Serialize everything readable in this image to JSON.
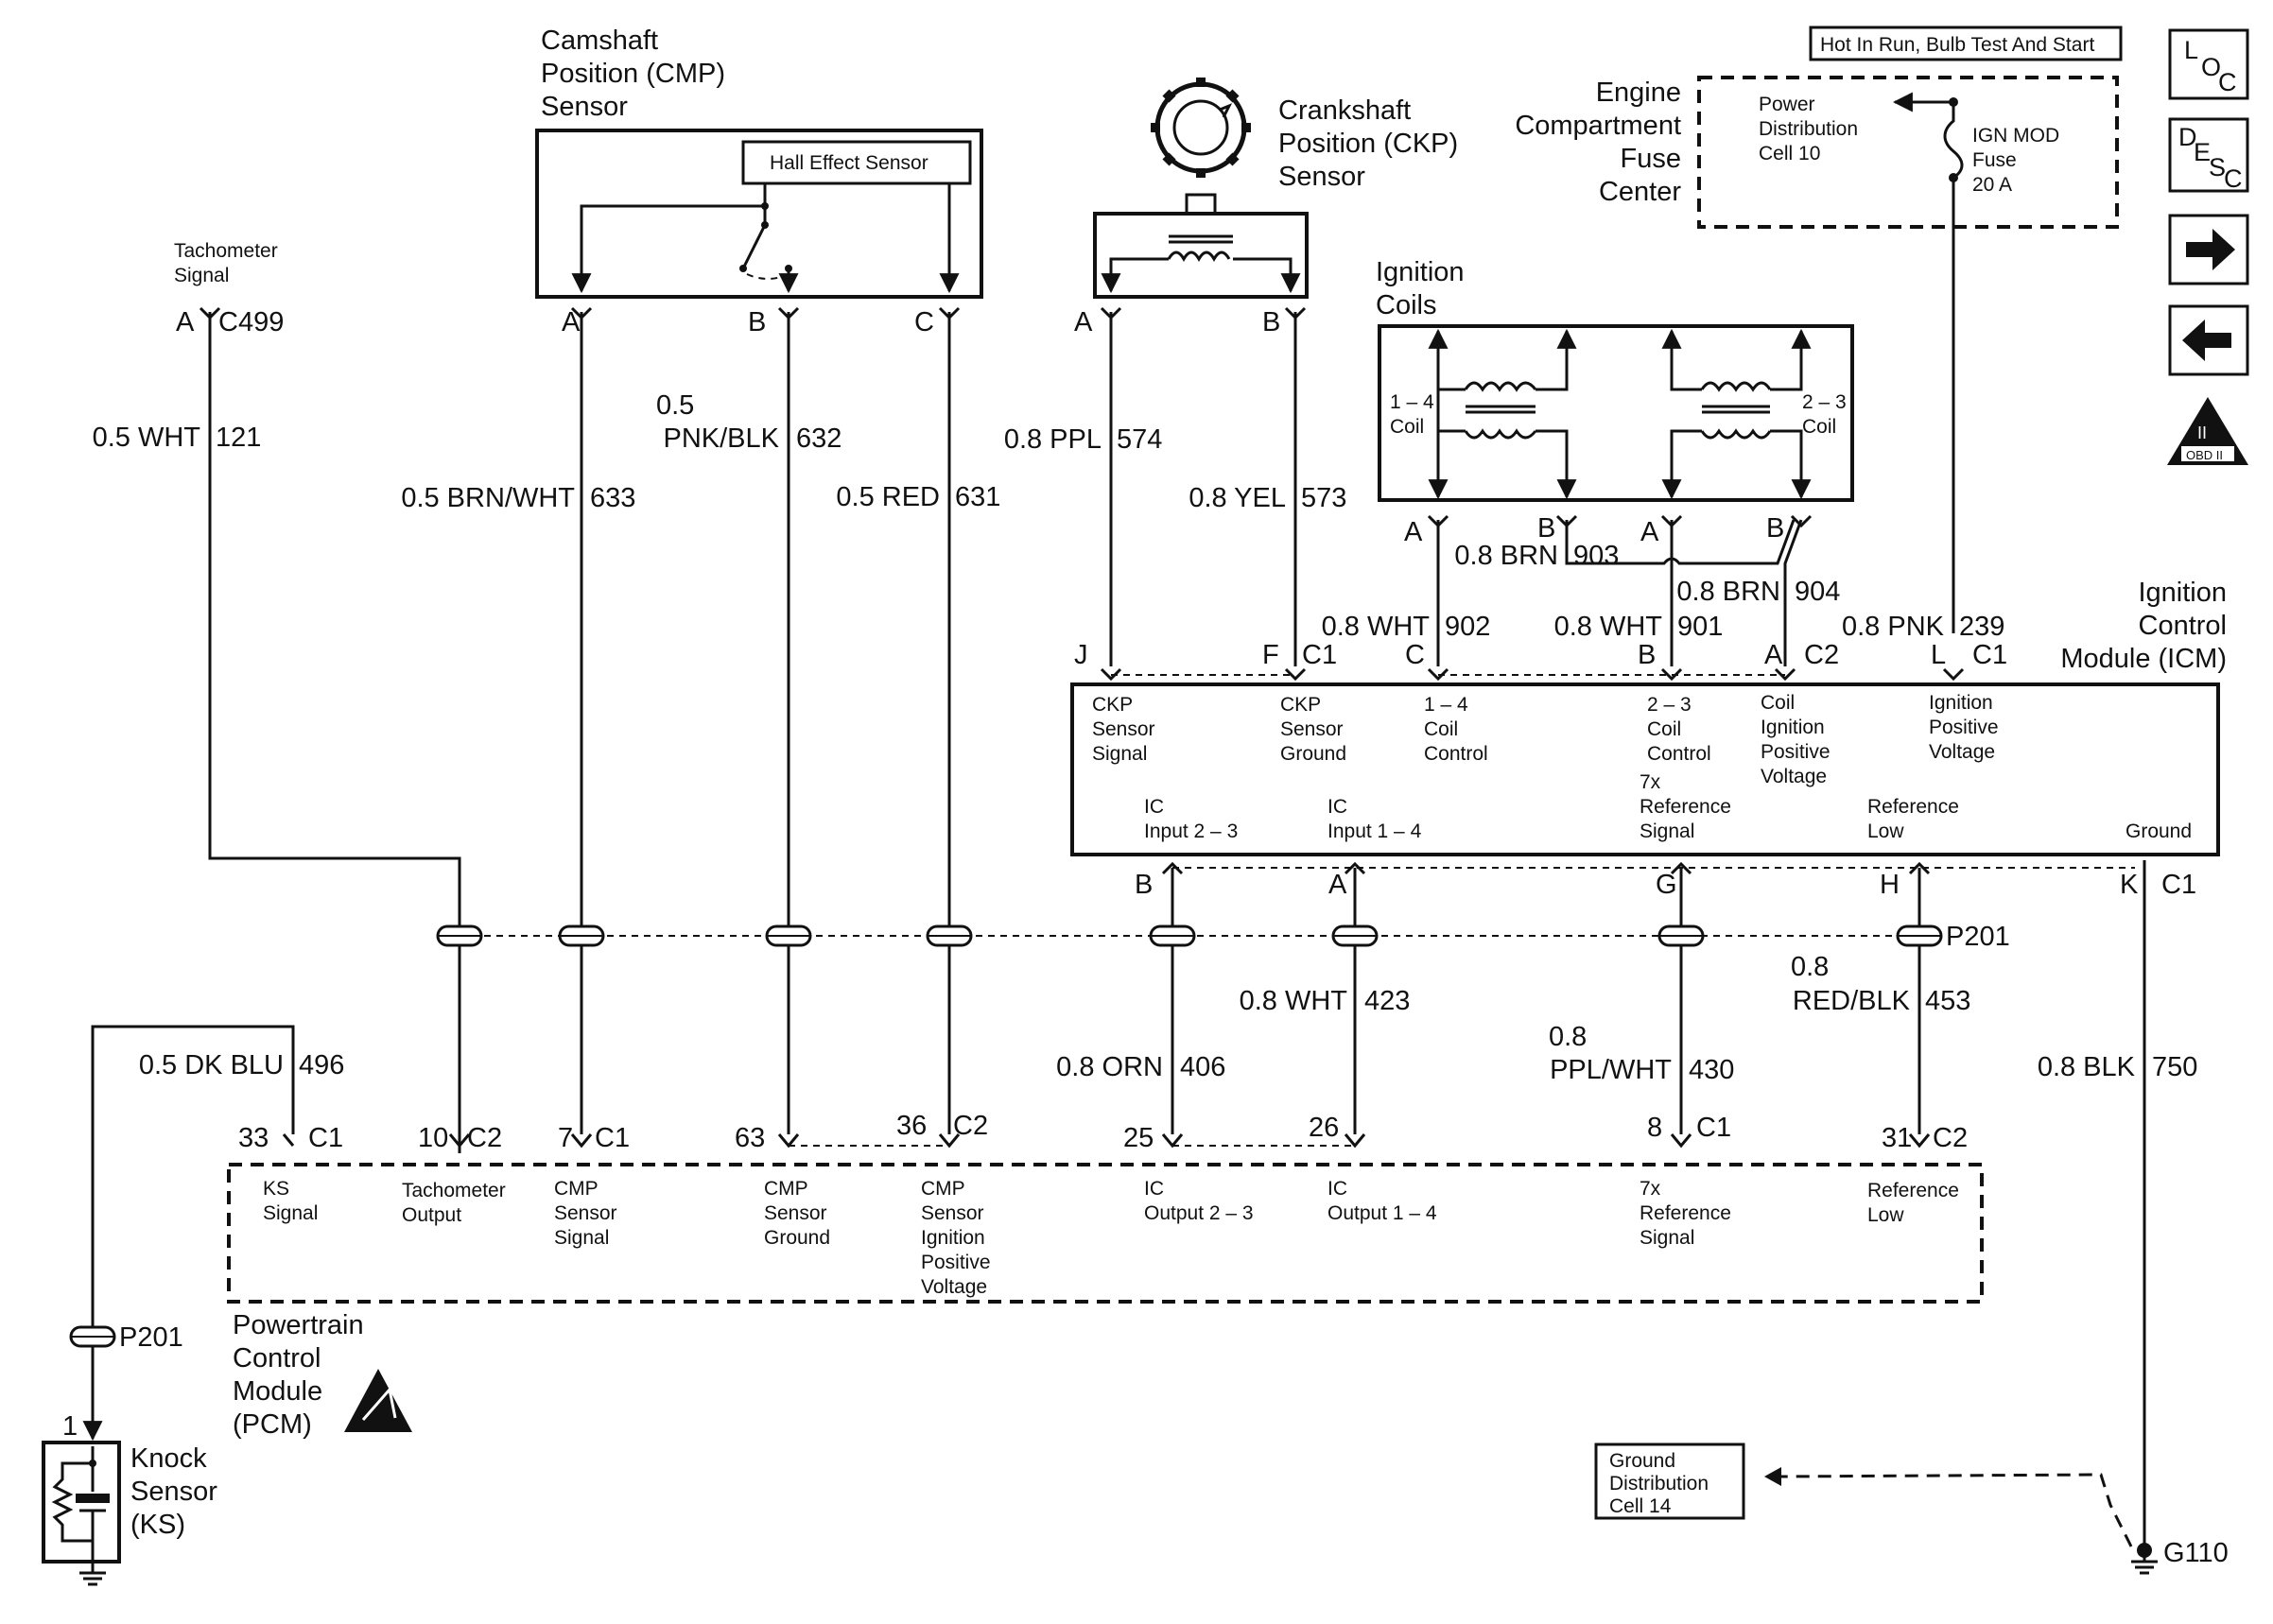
{
  "hot_in_run": "Hot In Run, Bulb Test And Start",
  "nav": {
    "loc": [
      "L",
      "O",
      "C"
    ],
    "desc": [
      "D",
      "E",
      "S",
      "C"
    ],
    "obd_ii": "OBD II",
    "obd_roman": "II"
  },
  "cmp": {
    "title": [
      "Camshaft",
      "Position (CMP)",
      "Sensor"
    ],
    "hall": "Hall Effect Sensor",
    "pins": [
      "A",
      "B",
      "C"
    ]
  },
  "ckp": {
    "title": [
      "Crankshaft",
      "Position (CKP)",
      "Sensor"
    ],
    "pins": [
      "A",
      "B"
    ]
  },
  "fuse_center": {
    "title": [
      "Engine",
      "Compartment",
      "Fuse",
      "Center"
    ],
    "pdc": [
      "Power",
      "Distribution",
      "Cell 10"
    ],
    "fuse": [
      "IGN MOD",
      "Fuse",
      "20 A"
    ]
  },
  "coils": {
    "title": [
      "Ignition",
      "Coils"
    ],
    "coil_14": [
      "1 – 4",
      "Coil"
    ],
    "coil_23": [
      "2 – 3",
      "Coil"
    ],
    "pins": [
      "A",
      "B",
      "A",
      "B"
    ]
  },
  "tach": {
    "label": [
      "Tachometer",
      "Signal"
    ],
    "pin": "A",
    "conn": "C499",
    "gauge": "0.5 WHT",
    "circuit": "121"
  },
  "wires": {
    "w633": {
      "gauge": "0.5 BRN/WHT",
      "circuit": "633"
    },
    "w632": {
      "gauge": [
        "0.5",
        "PNK/BLK"
      ],
      "circuit": "632"
    },
    "w631": {
      "gauge": "0.5 RED",
      "circuit": "631"
    },
    "w574": {
      "gauge": "0.8 PPL",
      "circuit": "574"
    },
    "w573": {
      "gauge": "0.8 YEL",
      "circuit": "573"
    },
    "w903": {
      "gauge": "0.8 BRN",
      "circuit": "903"
    },
    "w904": {
      "gauge": "0.8 BRN",
      "circuit": "904"
    },
    "w902": {
      "gauge": "0.8 WHT",
      "circuit": "902"
    },
    "w901": {
      "gauge": "0.8 WHT",
      "circuit": "901"
    },
    "w239": {
      "gauge": "0.8 PNK",
      "circuit": "239"
    },
    "w423": {
      "gauge": "0.8 WHT",
      "circuit": "423"
    },
    "w406": {
      "gauge": "0.8 ORN",
      "circuit": "406"
    },
    "w430": {
      "gauge": [
        "0.8",
        "PPL/WHT"
      ],
      "circuit": "430"
    },
    "w453": {
      "gauge": [
        "0.8",
        "RED/BLK"
      ],
      "circuit": "453"
    },
    "w750": {
      "gauge": "0.8 BLK",
      "circuit": "750"
    },
    "w496": {
      "gauge": "0.5 DK BLU",
      "circuit": "496"
    }
  },
  "icm": {
    "title": [
      "Ignition",
      "Control",
      "Module (ICM)"
    ],
    "top_pins": [
      "J",
      "F",
      "C1",
      "C",
      "B",
      "A",
      "C2",
      "L",
      "C1"
    ],
    "labels": {
      "ckp_sig": [
        "CKP",
        "Sensor",
        "Signal"
      ],
      "ckp_gnd": [
        "CKP",
        "Sensor",
        "Ground"
      ],
      "coil14": [
        "1 – 4",
        "Coil",
        "Control"
      ],
      "coil23": [
        "2 – 3",
        "Coil",
        "Control"
      ],
      "coil_ign": [
        "Coil",
        "Ignition",
        "Positive",
        "Voltage"
      ],
      "ign_pos": [
        "Ignition",
        "Positive",
        "Voltage"
      ],
      "ic23": [
        "IC",
        "Input 2 – 3"
      ],
      "ic14": [
        "IC",
        "Input 1 – 4"
      ],
      "ref7x": [
        "7x",
        "Reference",
        "Signal"
      ],
      "reflow": [
        "Reference",
        "Low"
      ],
      "ground": "Ground"
    },
    "bottom_pins": [
      "B",
      "A",
      "G",
      "H",
      "K",
      "C1"
    ]
  },
  "p201": "P201",
  "pcm": {
    "title": [
      "Powertrain",
      "Control",
      "Module",
      "(PCM)"
    ],
    "pins": [
      "33",
      "C1",
      "10",
      "C2",
      "7",
      "C1",
      "63",
      "36",
      "C2",
      "25",
      "26",
      "8",
      "C1",
      "31",
      "C2"
    ],
    "labels": {
      "ks": [
        "KS",
        "Signal"
      ],
      "tach": [
        "Tachometer",
        "Output"
      ],
      "cmp_sig": [
        "CMP",
        "Sensor",
        "Signal"
      ],
      "cmp_gnd": [
        "CMP",
        "Sensor",
        "Ground"
      ],
      "cmp_ign": [
        "CMP",
        "Sensor",
        "Ignition",
        "Positive",
        "Voltage"
      ],
      "ic23": [
        "IC",
        "Output 2 – 3"
      ],
      "ic14": [
        "IC",
        "Output 1 – 4"
      ],
      "ref7x": [
        "7x",
        "Reference",
        "Signal"
      ],
      "reflow": [
        "Reference",
        "Low"
      ]
    }
  },
  "ks": {
    "title": [
      "Knock",
      "Sensor",
      "(KS)"
    ],
    "pin": "1"
  },
  "gdc": {
    "label": [
      "Ground",
      "Distribution",
      "Cell 14"
    ]
  },
  "ground": "G110"
}
